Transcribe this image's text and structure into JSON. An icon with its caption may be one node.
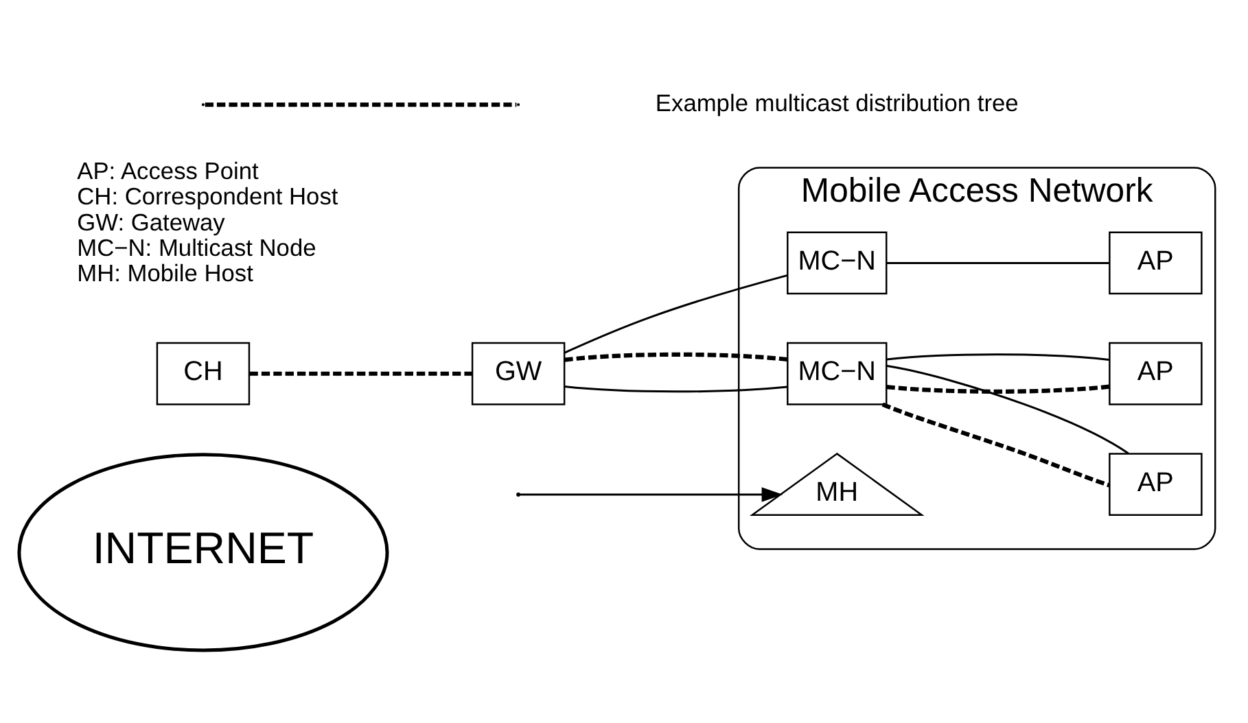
{
  "diagram": {
    "nodes": [
      {
        "text": [
          "INTERNET"
        ]
      },
      {
        "text": [
          "CH"
        ]
      },
      {
        "text": [
          "GW"
        ]
      },
      {
        "text": [
          "Mobile Access Network"
        ]
      },
      {
        "text": [
          "MC−N"
        ],
        "in": 3
      },
      {
        "text": [
          "AP"
        ],
        "in": 3
      },
      {
        "text": [
          "MC−N"
        ],
        "in": 3
      },
      {
        "text": [
          "AP"
        ],
        "in": 3
      },
      {
        "text": [
          "AP"
        ],
        "in": 3
      },
      {
        "text": [
          "MH"
        ],
        "in": 3
      }
    ],
    "edges": [
      {
        "from": 1,
        "to": 2,
        "arrow": "none",
        "style": "dashed"
      },
      {
        "from": 2,
        "to": 4,
        "arrow": "none"
      },
      {
        "from": 4,
        "to": 5,
        "arrow": "none"
      },
      {
        "from": 2,
        "to": 6,
        "arrow": "none"
      },
      {
        "from": 2,
        "to": 6,
        "arrow": "none",
        "style": "dashed"
      },
      {
        "from": 6,
        "to": 7,
        "arrow": "none",
        "style": "dashed"
      },
      {
        "from": 6,
        "to": 7,
        "arrow": "none"
      },
      {
        "from": 6,
        "to": 8,
        "arrow": "none",
        "style": "dashed"
      },
      {
        "from": 6,
        "to": 8,
        "arrow": "none"
      },
      {
        "from": null,
        "to": 9,
        "arrow": "to"
      }
    ],
    "labels": [
      "AP: Access Point",
      "CH: Correspondent Host",
      "GW: Gateway",
      "MC−N: Multicast Node",
      "MH: Mobile Host"
    ],
    "legend": [
      {
        "text": "Example multicast distribution tree"
      }
    ]
  }
}
